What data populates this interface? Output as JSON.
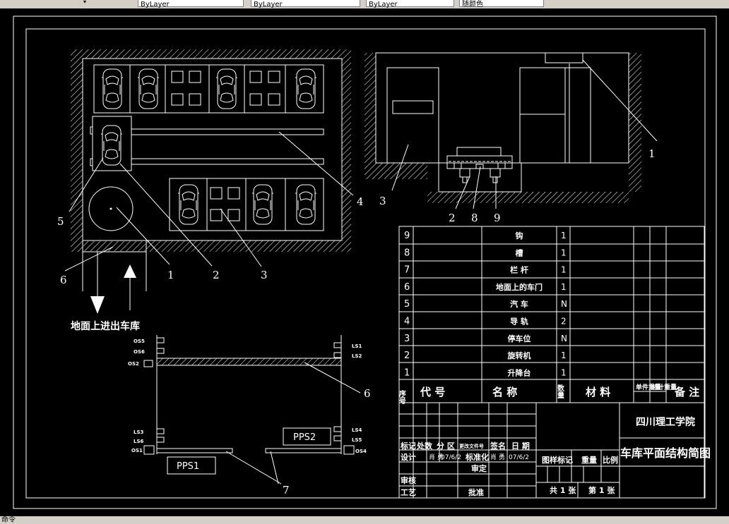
{
  "toolbar": {
    "layer1": "ByLayer",
    "layer2": "ByLayer",
    "layer3": "ByLayer",
    "layer4": "随颜色"
  },
  "command_line": "命令",
  "callouts": {
    "c1_top": "1",
    "c2": "2",
    "c3_elev": "3",
    "c8": "8",
    "c9": "9",
    "c4": "4",
    "c5": "5",
    "c6_left": "6",
    "c1_plan": "1",
    "c2_plan": "2",
    "c3_plan": "3",
    "c6_sec": "6",
    "c7": "7"
  },
  "garage_label": "地面上进出车库",
  "sensor_labels": {
    "os5": "OS5",
    "os6": "OS6",
    "os2": "OS2",
    "ls1": "LS1",
    "ls2": "LS2",
    "ls3": "LS3",
    "ls6": "LS6",
    "os1": "OS1",
    "ls4": "LS4",
    "ls5": "LS5",
    "os4": "OS4",
    "pps1": "PPS1",
    "pps2": "PPS2"
  },
  "parts_list": [
    {
      "no": "9",
      "name": "钩",
      "qty": "1"
    },
    {
      "no": "8",
      "name": "槽",
      "qty": "1"
    },
    {
      "no": "7",
      "name": "栏 杆",
      "qty": "1"
    },
    {
      "no": "6",
      "name": "地面上的车门",
      "qty": "1"
    },
    {
      "no": "5",
      "name": "汽 车",
      "qty": "N"
    },
    {
      "no": "4",
      "name": "导 轨",
      "qty": "2"
    },
    {
      "no": "3",
      "name": "停车位",
      "qty": "N"
    },
    {
      "no": "2",
      "name": "旋转机",
      "qty": "1"
    },
    {
      "no": "1",
      "name": "升降台",
      "qty": "1"
    }
  ],
  "header": {
    "seq": "序号",
    "code": "代 号",
    "name": "名 称",
    "qty": "数量",
    "material": "材 料",
    "unit_weight": "单件重量",
    "total_weight": "总计重量",
    "remark": "备 注"
  },
  "title_block": {
    "school": "四川理工学院",
    "drawing_title": "车库平面结构简图",
    "mark": "标记",
    "count": "处数",
    "zone": "分 区",
    "change_doc": "更改文件号",
    "sign": "签名",
    "date": "日 期",
    "design": "设计",
    "design_name": "肖 勇",
    "design_date": "07/6/2",
    "standard": "标准化",
    "standard_name": "肖 勇",
    "standard_date": "07/6/2",
    "stage_mark": "图样标记",
    "weight": "重量",
    "scale": "比例",
    "check": "审核",
    "review": "审定",
    "process": "工艺",
    "approve": "批准",
    "total_sheets": "共 1 张",
    "sheet_no": "第 1 张"
  }
}
